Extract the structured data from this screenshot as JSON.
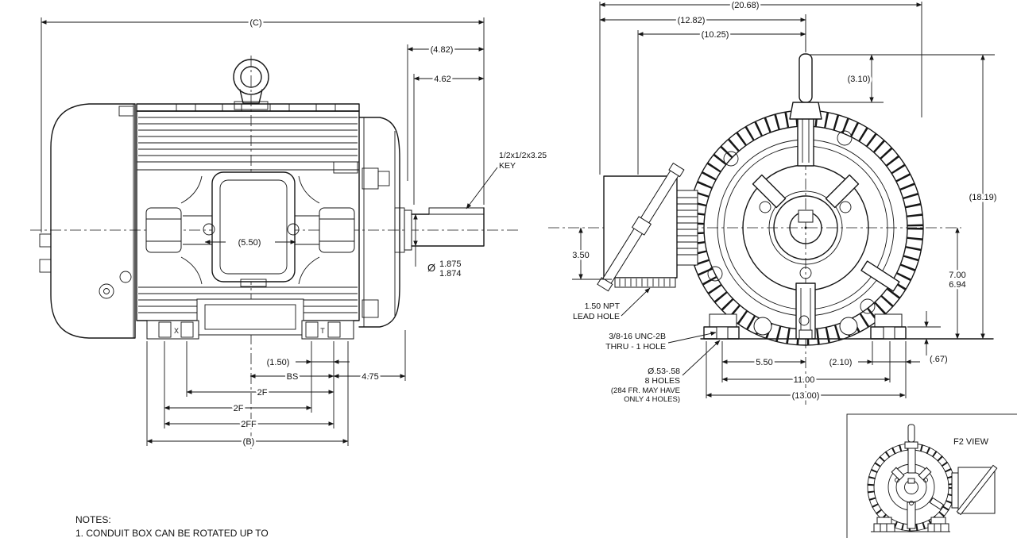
{
  "style": {
    "line_color": "#161616",
    "background": "#ffffff"
  },
  "side_view": {
    "dim_overall_length": "(C)",
    "dim_shaft_ext_ref": "(4.82)",
    "dim_shaft_ext": "4.62",
    "key_callout": [
      "1/2x1/2x3.25",
      "KEY"
    ],
    "shaft_dia_symbol": "Ø",
    "shaft_dia_max": "1.875",
    "shaft_dia_min": "1.874",
    "dim_eyebolt_span": "(5.50)",
    "dim_150": "(1.50)",
    "dim_bs": "BS",
    "dim_475": "4.75",
    "dim_2f_a": "2F",
    "dim_2f_b": "2F",
    "dim_2ff": "2FF",
    "dim_base_length": "(B)",
    "foot_mark_left": "X",
    "foot_mark_right": "T"
  },
  "front_view": {
    "dim_overall_width": "(20.68)",
    "dim_box_to_center": "(12.82)",
    "dim_lead_to_center": "(10.25)",
    "dim_eyebolt_height": "(3.10)",
    "dim_overall_height": "(18.19)",
    "dim_center_height_max": "7.00",
    "dim_center_height_min": "6.94",
    "dim_box_height": "3.50",
    "dim_foot_pad_height": "(.67)",
    "dim_half_hole_span": "5.50",
    "dim_pad_width": "(2.10)",
    "dim_hole_span": "11.00",
    "dim_base_width": "(13.00)",
    "lead_hole_callout": [
      "1.50 NPT",
      "LEAD HOLE"
    ],
    "thru_hole_callout": [
      "3/8-16 UNC-2B",
      "THRU - 1 HOLE"
    ],
    "mounting_holes_callout": [
      "Ø.53-.58",
      "8 HOLES",
      "(284 FR. MAY HAVE",
      "ONLY 4 HOLES)"
    ]
  },
  "inset": {
    "label": "F2 VIEW"
  },
  "notes": {
    "title": "NOTES:",
    "line_1": "1.  CONDUIT BOX CAN BE ROTATED UP TO"
  }
}
